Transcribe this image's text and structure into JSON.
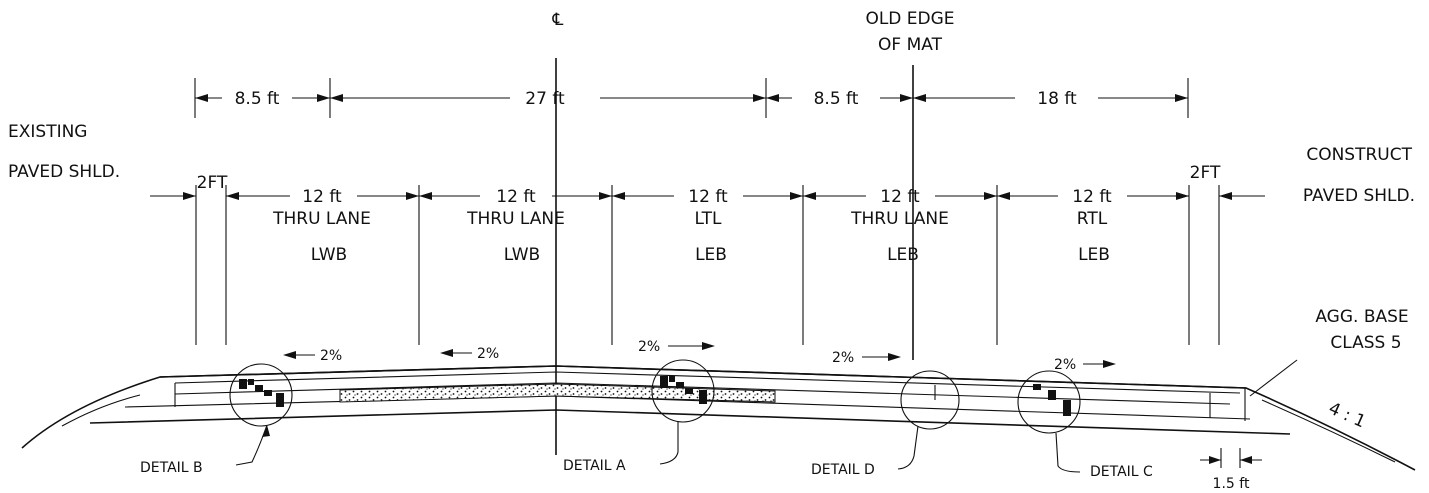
{
  "centerline": {
    "symbol": "℄"
  },
  "old_edge": {
    "line1": "OLD EDGE",
    "line2": "OF MAT"
  },
  "top_dimensions": [
    "8.5 ft",
    "27 ft",
    "8.5 ft",
    "18 ft"
  ],
  "left_label": {
    "line1": "EXISTING",
    "line2": "PAVED SHLD."
  },
  "right_label": {
    "line1": "CONSTRUCT",
    "line2": "PAVED SHLD."
  },
  "shoulder_width_left": "2FT",
  "shoulder_width_right": "2FT",
  "lanes": [
    {
      "width": "12 ft",
      "type": "THRU LANE",
      "direction": "LWB"
    },
    {
      "width": "12 ft",
      "type": "THRU LANE",
      "direction": "LWB"
    },
    {
      "width": "12 ft",
      "type": "LTL",
      "direction": "LEB"
    },
    {
      "width": "12 ft",
      "type": "THRU LANE",
      "direction": "LEB"
    },
    {
      "width": "12 ft",
      "type": "RTL",
      "direction": "LEB"
    }
  ],
  "slopes": [
    "2%",
    "2%",
    "2%",
    "2%",
    "2%"
  ],
  "base": {
    "line1": "AGG. BASE",
    "line2": "CLASS 5"
  },
  "side_slope": "4 : 1",
  "details": [
    "DETAIL B",
    "DETAIL A",
    "DETAIL D",
    "DETAIL C"
  ],
  "bottom_dimension": "1.5 ft"
}
